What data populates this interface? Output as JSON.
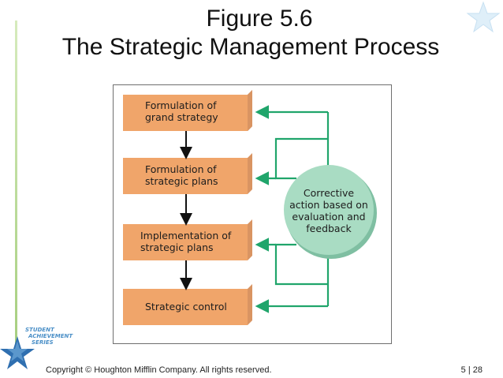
{
  "title": {
    "line1": "Figure 5.6",
    "line2": "The Strategic Management Process"
  },
  "diagram": {
    "boxes": [
      {
        "line1": "Formulation of",
        "line2": "grand strategy"
      },
      {
        "line1": "Formulation of",
        "line2": "strategic plans"
      },
      {
        "line1": "Implementation of",
        "line2": "strategic plans"
      },
      {
        "line1": "Strategic control",
        "line2": ""
      }
    ],
    "feedback": {
      "line1": "Corrective",
      "line2": "action based on",
      "line3": "evaluation and",
      "line4": "feedback"
    }
  },
  "footer": {
    "copyright": "Copyright © Houghton Mifflin Company. All rights reserved.",
    "page": "5 | 28"
  },
  "logo": {
    "line1": "STUDENT",
    "line2": "ACHIEVEMENT",
    "line3": "SERIES"
  },
  "colors": {
    "box_fill": "#f0a56a",
    "box_shadow": "#c9875a",
    "connector": "#20a56b",
    "circle_fill": "#a9dcc3",
    "accent_green": "#a7cf80",
    "star_blue": "#2f6fb0"
  }
}
